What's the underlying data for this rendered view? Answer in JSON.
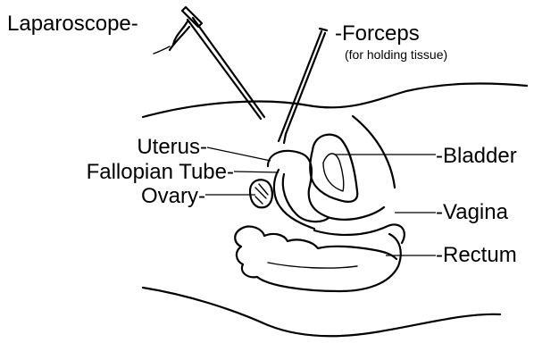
{
  "labels": {
    "laparoscope": "Laparoscope-",
    "forceps": "-Forceps",
    "forceps_note": "(for holding tissue)",
    "uterus": "Uterus-",
    "fallopian_tube": "Fallopian Tube-",
    "ovary": "Ovary-",
    "bladder": "-Bladder",
    "vagina": "-Vagina",
    "rectum": "-Rectum"
  },
  "colors": {
    "ink": "#000000",
    "background": "#ffffff"
  }
}
